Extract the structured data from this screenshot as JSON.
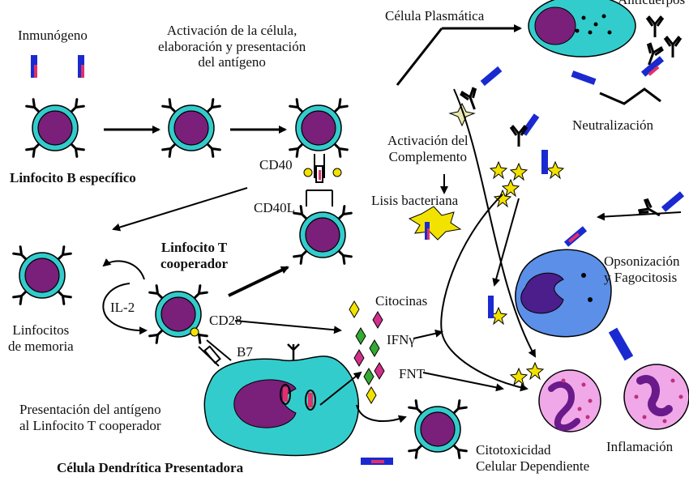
{
  "labels": {
    "inmunogeno": "Inmunógeno",
    "activacion": "Activación de la célula,\nelaboración y presentación\ndel antígeno",
    "linfocito_b": "Linfocito B específico",
    "cd40": "CD40",
    "cd40l": "CD40L",
    "linfocito_t": "Linfocito T\ncooperador",
    "il2": "IL-2",
    "cd28": "CD28",
    "b7": "B7",
    "memoria": "Linfocitos\nde memoria",
    "presentacion": "Presentación del antígeno\nal Linfocito T cooperador",
    "celula_dendritica": "Célula Dendrítica Presentadora",
    "celula_plasmatica": "Célula Plasmática",
    "anticuerpos": "Anticuerpos",
    "neutralizacion": "Neutralización",
    "activacion_complemento": "Activación del\nComplemento",
    "lisis": "Lisis bacteriana",
    "citocinas": "Citocinas",
    "ifn": "IFNγ",
    "fnt": "FNT",
    "opsonizacion": "Opsonización\ny Fagocitosis",
    "citotoxicidad": "Citotoxicidad\nCelular Dependiente",
    "inflamacion": "Inflamación"
  },
  "colors": {
    "cell_membrane": "#33CCCC",
    "nucleus": "#7A1F7A",
    "dendritic_cytoplasm": "#33CCCC",
    "macrophage": "#5B8FE8",
    "plasma_cell": "#33CCCC",
    "antigen_blue": "#1A2AD0",
    "antigen_red": "#E0306A",
    "bacteria": "#FFD700",
    "neutrophil_bg": "#F0A8E8"
  }
}
